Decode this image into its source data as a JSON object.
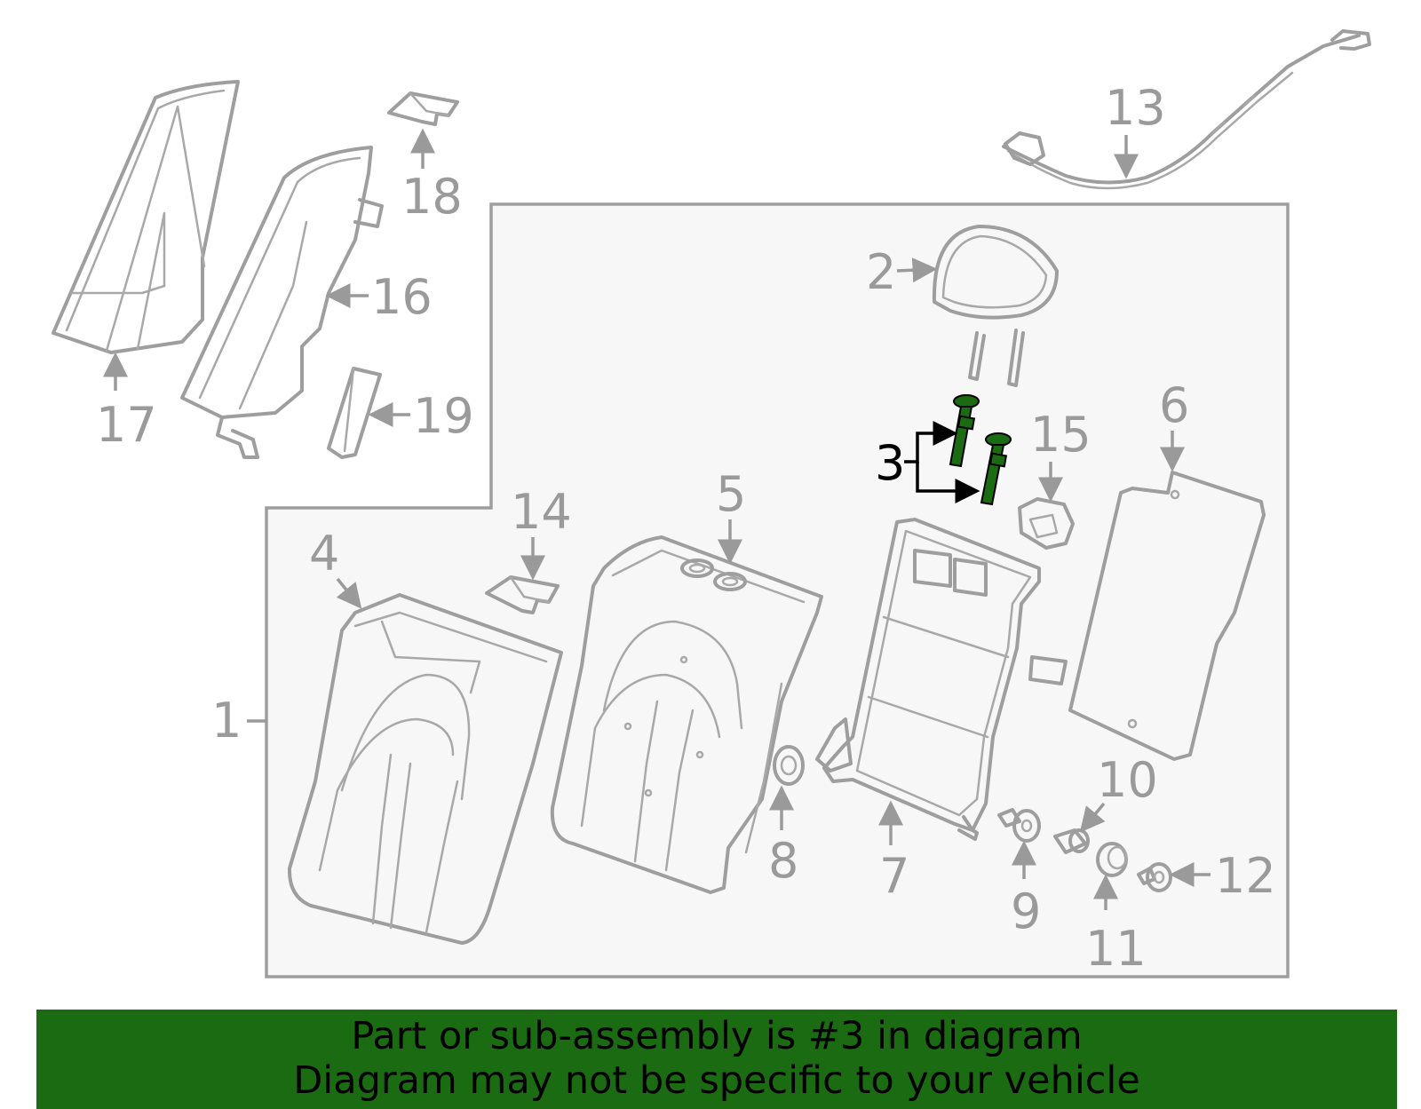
{
  "callouts": {
    "c1": "1",
    "c2": "2",
    "c3": "3",
    "c4": "4",
    "c5": "5",
    "c6": "6",
    "c7": "7",
    "c8": "8",
    "c9": "9",
    "c10": "10",
    "c11": "11",
    "c12": "12",
    "c13": "13",
    "c14": "14",
    "c15": "15",
    "c16": "16",
    "c17": "17",
    "c18": "18",
    "c19": "19"
  },
  "highlight_color": "#1b6b13",
  "banner": {
    "line1": "Part or sub-assembly is #3 in diagram",
    "line2": "Diagram may not be specific to your vehicle"
  }
}
